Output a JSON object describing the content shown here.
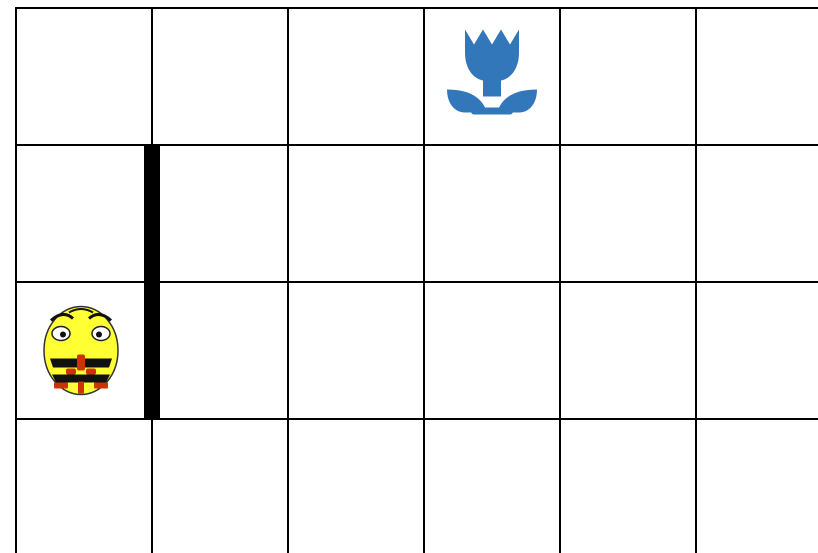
{
  "board": {
    "columns": 6,
    "rows": 4,
    "colors": {
      "background": "#ffffff",
      "grid_line": "#000000",
      "wall": "#000000",
      "flower": "#3377bb",
      "robot_body": "#ffff33",
      "robot_stripe": "#111111",
      "robot_accent": "#cc3300"
    },
    "robot": {
      "name": "bee-bot",
      "icon": "bee-bot-icon",
      "column": 1,
      "row": 3
    },
    "goal": {
      "name": "tulip",
      "icon": "tulip-icon",
      "column": 4,
      "row": 1
    },
    "walls": [
      {
        "between_columns": [
          1,
          2
        ],
        "rows": [
          2,
          3
        ]
      }
    ]
  }
}
